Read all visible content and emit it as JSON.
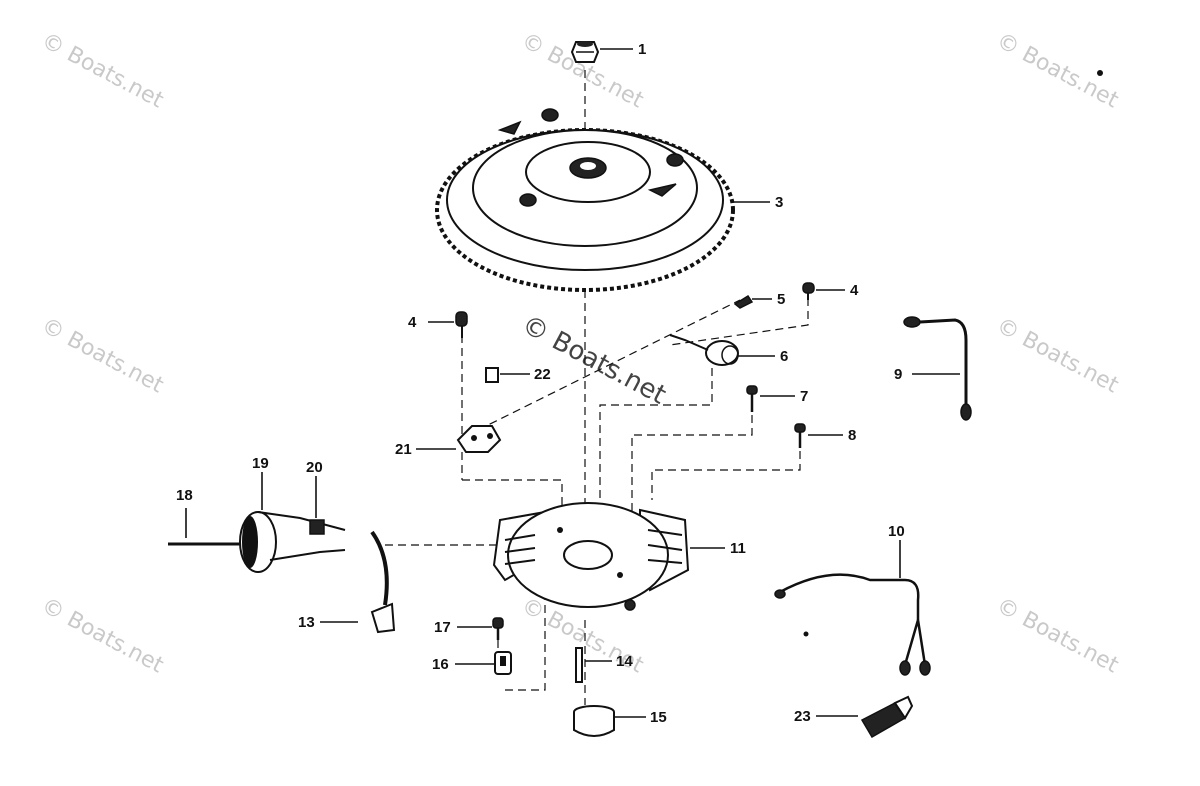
{
  "watermark": "© Boats.net",
  "center_watermark": "© Boats.net",
  "callouts": {
    "c1": "1",
    "c3": "3",
    "c4a": "4",
    "c4b": "4",
    "c5": "5",
    "c6": "6",
    "c7": "7",
    "c8": "8",
    "c9": "9",
    "c10": "10",
    "c11": "11",
    "c13": "13",
    "c14": "14",
    "c15": "15",
    "c16": "16",
    "c17": "17",
    "c18": "18",
    "c19": "19",
    "c20": "20",
    "c21": "21",
    "c22": "22",
    "c23": "23"
  }
}
